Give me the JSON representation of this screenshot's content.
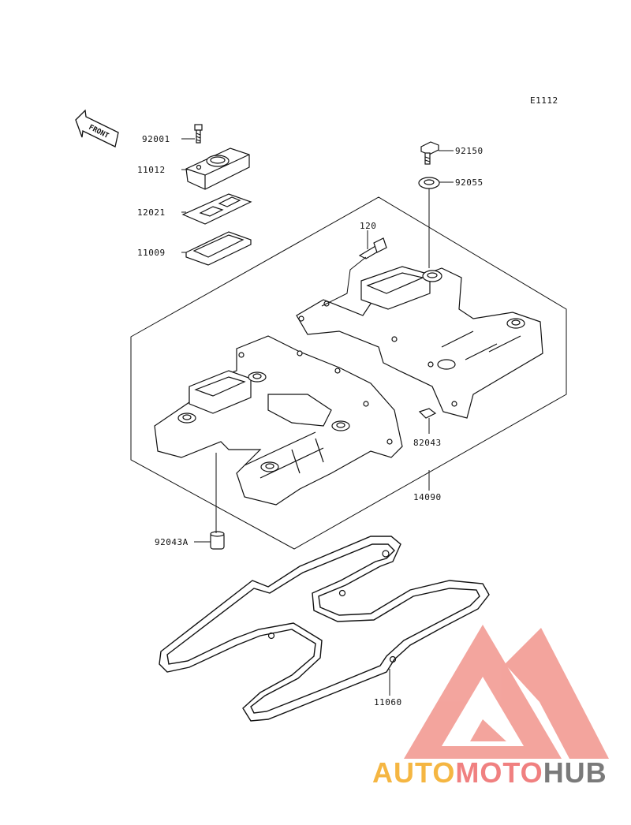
{
  "diagram_id": "E1112",
  "front_label": "FRONT",
  "parts": {
    "p92001": "92001",
    "p11012": "11012",
    "p12021": "12021",
    "p11009": "11009",
    "p92150": "92150",
    "p92055": "92055",
    "p120": "120",
    "p82043": "82043",
    "p14090": "14090",
    "p92043A": "92043A",
    "p11060": "11060"
  },
  "watermark": {
    "brand_auto": "AUTO",
    "brand_moto": "MOTO",
    "brand_hub": "HUB",
    "colors": {
      "auto": "#f5b642",
      "moto": "#f08080",
      "hub": "#7a7a7a",
      "logo": "#f29b93"
    }
  }
}
